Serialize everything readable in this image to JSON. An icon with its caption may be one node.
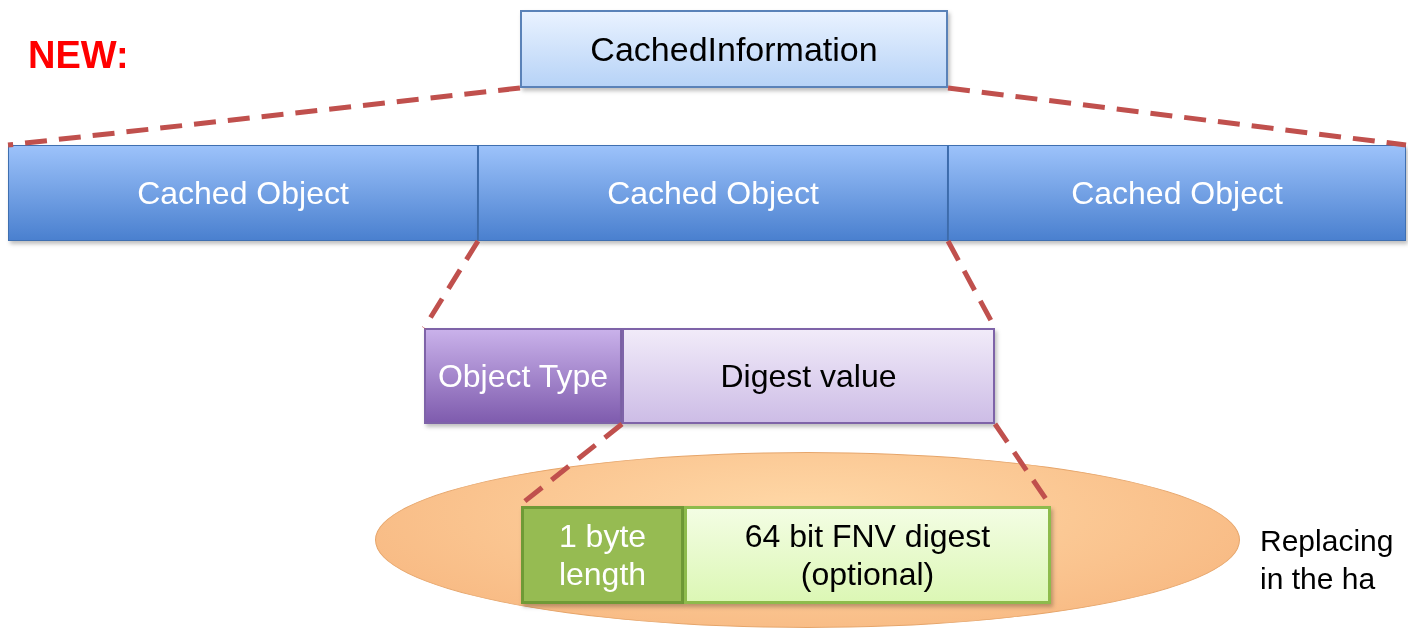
{
  "diagram": {
    "nodes": [
      {
        "text": [
          "CachedInformation"
        ]
      },
      {
        "text": [
          "Cached Object"
        ]
      },
      {
        "text": [
          "Cached Object"
        ]
      },
      {
        "text": [
          "Cached Object"
        ]
      },
      {
        "text": [
          "Object Type"
        ]
      },
      {
        "text": [
          "Digest value"
        ]
      },
      {
        "text": [],
        "shape": "ellipse"
      },
      {
        "text": [
          "1 byte length"
        ],
        "in": 6
      },
      {
        "text": [
          "64 bit FNV digest (optional)"
        ],
        "in": 6
      }
    ],
    "edges": [
      {
        "from": 0,
        "to": 1,
        "arrow": "none",
        "style": "dashed"
      },
      {
        "from": 0,
        "to": 3,
        "arrow": "none",
        "style": "dashed"
      },
      {
        "from": 2,
        "to": 4,
        "arrow": "none",
        "style": "dashed"
      },
      {
        "from": 2,
        "to": 5,
        "arrow": "none",
        "style": "dashed"
      },
      {
        "from": 5,
        "to": 7,
        "arrow": "none",
        "style": "dashed"
      },
      {
        "from": 5,
        "to": 8,
        "arrow": "none",
        "style": "dashed"
      }
    ],
    "labels": [
      "NEW:",
      "Replacing in the ha"
    ]
  }
}
